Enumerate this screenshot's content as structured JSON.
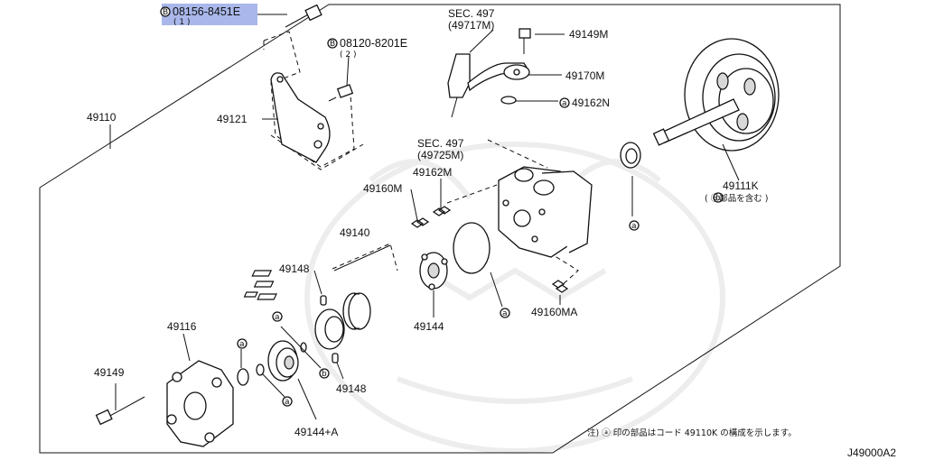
{
  "callouts": {
    "bolt_top": "08156-8451E",
    "bolt_top_qty": "( 1 )",
    "bolt_mid": "08120-8201E",
    "bolt_mid_qty": "( 2 )",
    "sec_upper": "SEC. 497",
    "sec_upper_ref": "(49717M)",
    "sec_lower": "SEC. 497",
    "sec_lower_ref": "(49725M)",
    "p49149_top": "49149M",
    "p49170": "49170M",
    "p49162n": "49162N",
    "p49110": "49110",
    "p49121": "49121",
    "p49162m": "49162M",
    "p49160m": "49160M",
    "p49111k": "49111K",
    "p49111k_note": "( ⓑ部品を含む )",
    "p49140": "49140",
    "p49148_upper": "49148",
    "p49144": "49144",
    "p49160ma": "49160MA",
    "p49116": "49116",
    "p49149_left": "49149",
    "p49148_lower": "49148",
    "p49144a": "49144+A"
  },
  "markers": {
    "a": "a",
    "b": "b",
    "B": "B"
  },
  "footnote": "注) ⓐ 印の部品はコード 49110K の構成を示します。",
  "diagram_code": "J49000A2",
  "colors": {
    "highlight": "#a9b7ea",
    "line": "#111111"
  }
}
